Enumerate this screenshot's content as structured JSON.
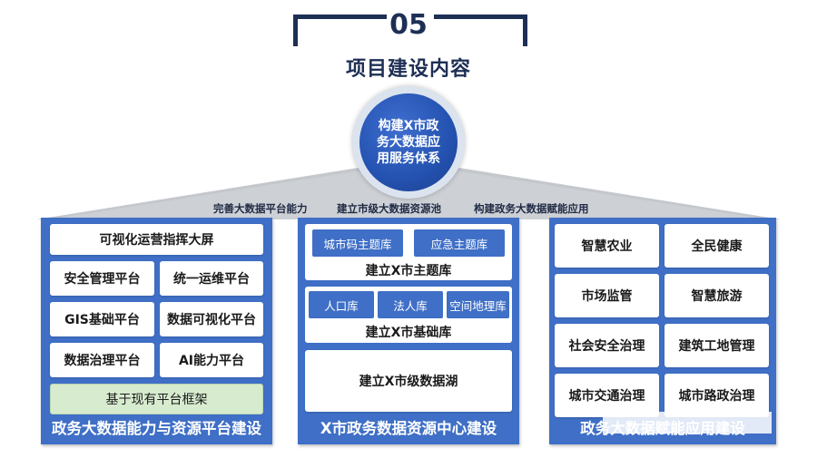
{
  "header": {
    "number": "05",
    "title": "项目建设内容"
  },
  "center": {
    "text": "构建X市政务大数据应用服务体系"
  },
  "roof_captions": [
    "完善大数据平台能力",
    "建立市级大数据资源池",
    "构建政务大数据赋能应用"
  ],
  "left_panel": {
    "top_box": "可视化运营指挥大屏",
    "grid": [
      "安全管理平台",
      "统一运维平台",
      "GIS基础平台",
      "数据可视化平台",
      "数据治理平台",
      "AI能力平台"
    ],
    "base_box": "基于现有平台框架",
    "title": "政务大数据能力与资源平台建设"
  },
  "middle_panel": {
    "theme_chips": [
      "城市码主题库",
      "应急主题库"
    ],
    "theme_title": "建立X市主题库",
    "base_chips": [
      "人口库",
      "法人库",
      "空间地理库"
    ],
    "base_title": "建立X市基础库",
    "lake": "建立X市级数据湖",
    "title": "X市政务数据资源中心建设"
  },
  "right_panel": {
    "items": [
      "智慧农业",
      "全民健康",
      "市场监管",
      "智慧旅游",
      "社会安全治理",
      "建筑工地管理",
      "城市交通治理",
      "城市路政治理"
    ],
    "title": "政务大数据赋能应用建设"
  },
  "colors": {
    "navy": "#1e2f55",
    "panel_blue": "#3f6fc6",
    "roof_grey": "#c4c7cc",
    "green": "#d7ebcf"
  }
}
